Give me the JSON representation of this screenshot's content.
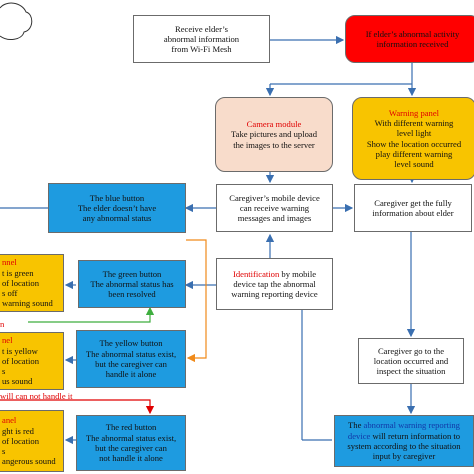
{
  "nodes": {
    "receive": {
      "lines": [
        "Receive elder’s",
        "abnormal information",
        "from Wi-Fi Mesh"
      ]
    },
    "if_abnormal": {
      "lines": [
        "If elder’s abnormal activity",
        "information received"
      ]
    },
    "camera": {
      "title": "Camera module",
      "lines": [
        "Take pictures and upload",
        "the images to the server"
      ]
    },
    "warning_panel": {
      "title": "Warning panel",
      "lines": [
        "With different warning",
        "level light",
        "Show the location occurred",
        "play different warning",
        "level sound"
      ]
    },
    "blue_button": {
      "lines": [
        "The blue button",
        "The elder doesn’t have",
        "any abnormal status"
      ]
    },
    "mobile_device": {
      "lines": [
        "Caregiver’s mobile device",
        "can receive warning",
        "messages and images"
      ]
    },
    "fully_info": {
      "lines": [
        "Caregiver get the fully",
        "information about elder"
      ]
    },
    "green_panel": {
      "lines": [
        "nnel",
        "t is green",
        "of location",
        "s off",
        "warning sound"
      ]
    },
    "green_button": {
      "lines": [
        "The green button",
        "The abnormal status has",
        "been resolved"
      ]
    },
    "identification": {
      "title": "Identification",
      "title_rest": " by mobile",
      "lines": [
        "device tap the abnormal",
        "warning reporting device"
      ]
    },
    "yellow_panel": {
      "lines": [
        "nel",
        "t is yellow",
        "of location",
        "s",
        "us sound"
      ]
    },
    "yellow_button": {
      "lines": [
        "The yellow button",
        "The abnormal status exist,",
        "but the caregiver can",
        "handle it alone"
      ]
    },
    "caregiver_go": {
      "lines": [
        "Caregiver go to the",
        "location occurred and",
        "inspect the situation"
      ]
    },
    "red_panel": {
      "lines": [
        "anel",
        "ght is red",
        "of location",
        "s",
        "angerous sound"
      ]
    },
    "red_button": {
      "lines": [
        "The red button",
        "The abnormal status exist,",
        "but the caregiver can",
        "not handle it alone"
      ]
    },
    "reporting": {
      "title": "abnormal warning reporting",
      "title_prefix": "The ",
      "lines_first_rest": "",
      "line2_title": "device",
      "line2_rest": " will return information to",
      "lines": [
        "system according to the situation",
        "input by caregiver"
      ]
    }
  },
  "free_labels": {
    "can_handle": "n",
    "cannot_handle": "will can not handle it"
  },
  "colors": {
    "red": "#ff0000",
    "orange": "#f8c400",
    "pink": "#f8dccb",
    "blue": "#1e9be0",
    "arrow_blue": "#3a6fb0",
    "arrow_green": "#3fae3f",
    "arrow_orange": "#f08a1a",
    "arrow_red": "#e00000"
  }
}
